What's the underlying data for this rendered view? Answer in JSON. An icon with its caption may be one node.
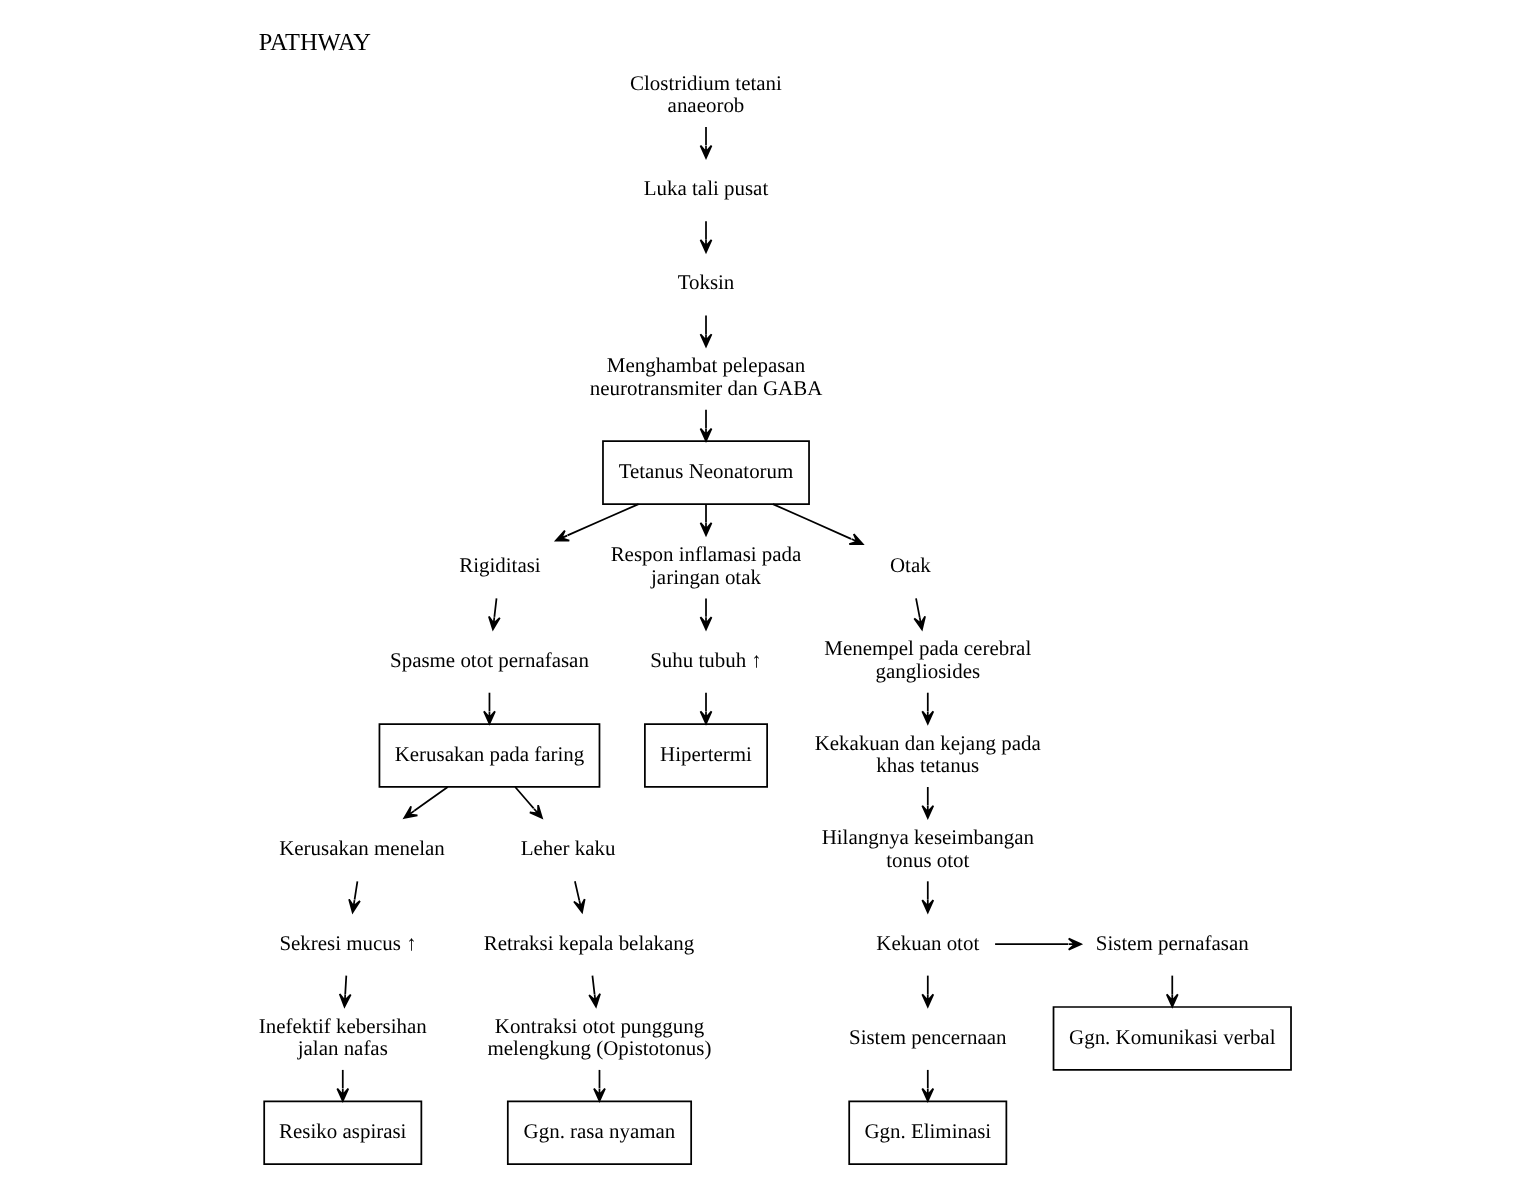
{
  "diagram": {
    "title": "PATHWAY",
    "nodes": [
      {
        "text": [
          "Clostridium tetani anaeorob"
        ]
      },
      {
        "text": [
          "Luka tali pusat"
        ]
      },
      {
        "text": [
          "Toksin"
        ]
      },
      {
        "text": [
          "Menghambat pelepasan neurotransmiter dan GABA"
        ]
      },
      {
        "text": [
          "Tetanus Neonatorum"
        ]
      },
      {
        "text": [
          "Rigiditasi"
        ]
      },
      {
        "text": [
          "Respon inflamasi pada jaringan otak"
        ]
      },
      {
        "text": [
          "Otak"
        ]
      },
      {
        "text": [
          "Spasme otot pernafasan"
        ]
      },
      {
        "text": [
          "Kerusakan pada faring"
        ]
      },
      {
        "text": [
          "Suhu tubuh ↑"
        ]
      },
      {
        "text": [
          "Menempel pada cerebral gangliosides"
        ]
      },
      {
        "text": [
          "Kerusakan menelan"
        ]
      },
      {
        "text": [
          "Leher kaku"
        ]
      },
      {
        "text": [
          "Hipertermi"
        ]
      },
      {
        "text": [
          "Kekakuan dan kejang pada khas tetanus"
        ]
      },
      {
        "text": [
          "Sekresi mucus ↑"
        ]
      },
      {
        "text": [
          "Retraksi kepala belakang"
        ]
      },
      {
        "text": [
          "Hilangnya keseimbangan tonus otot"
        ]
      },
      {
        "text": [
          "Inefektif kebersihan jalan nafas"
        ]
      },
      {
        "text": [
          "Kontraksi otot punggung melengkung (Opistotonus)"
        ]
      },
      {
        "text": [
          "Sistem pernafasan"
        ]
      },
      {
        "text": [
          "Kekuan otot"
        ]
      },
      {
        "text": [
          "Ggn. Komunikasi verbal"
        ]
      },
      {
        "text": [
          "Sistem pencernaan"
        ]
      },
      {
        "text": [
          "Resiko aspirasi"
        ]
      },
      {
        "text": [
          "Ggn. rasa nyaman"
        ]
      },
      {
        "text": [
          "Ggn. Eliminasi"
        ]
      }
    ],
    "edges": [
      {
        "from": 0,
        "to": 1,
        "arrow": "to"
      },
      {
        "from": 1,
        "to": 2,
        "arrow": "to"
      },
      {
        "from": 2,
        "to": 3,
        "arrow": "to"
      },
      {
        "from": 3,
        "to": 4,
        "arrow": "to"
      },
      {
        "from": 4,
        "to": 5,
        "arrow": "to"
      },
      {
        "from": 4,
        "to": 6,
        "arrow": "to"
      },
      {
        "from": 4,
        "to": 7,
        "arrow": "to"
      },
      {
        "from": 5,
        "to": 8,
        "arrow": "to"
      },
      {
        "from": 8,
        "to": 9,
        "arrow": "to"
      },
      {
        "from": 9,
        "to": 12,
        "arrow": "to"
      },
      {
        "from": 9,
        "to": 13,
        "arrow": "to"
      },
      {
        "from": 12,
        "to": 16,
        "arrow": "to"
      },
      {
        "from": 16,
        "to": 19,
        "arrow": "to"
      },
      {
        "from": 19,
        "to": 25,
        "arrow": "to"
      },
      {
        "from": 13,
        "to": 17,
        "arrow": "to"
      },
      {
        "from": 17,
        "to": 20,
        "arrow": "to"
      },
      {
        "from": 20,
        "to": 26,
        "arrow": "to"
      },
      {
        "from": 6,
        "to": 10,
        "arrow": "to"
      },
      {
        "from": 10,
        "to": 14,
        "arrow": "to"
      },
      {
        "from": 7,
        "to": 11,
        "arrow": "to"
      },
      {
        "from": 11,
        "to": 15,
        "arrow": "to"
      },
      {
        "from": 15,
        "to": 18,
        "arrow": "to"
      },
      {
        "from": 18,
        "to": 22,
        "arrow": "to"
      },
      {
        "from": 22,
        "to": 21,
        "arrow": "to"
      },
      {
        "from": 21,
        "to": 23,
        "arrow": "to"
      },
      {
        "from": 22,
        "to": 24,
        "arrow": "to"
      },
      {
        "from": 24,
        "to": 27,
        "arrow": "to"
      }
    ]
  }
}
